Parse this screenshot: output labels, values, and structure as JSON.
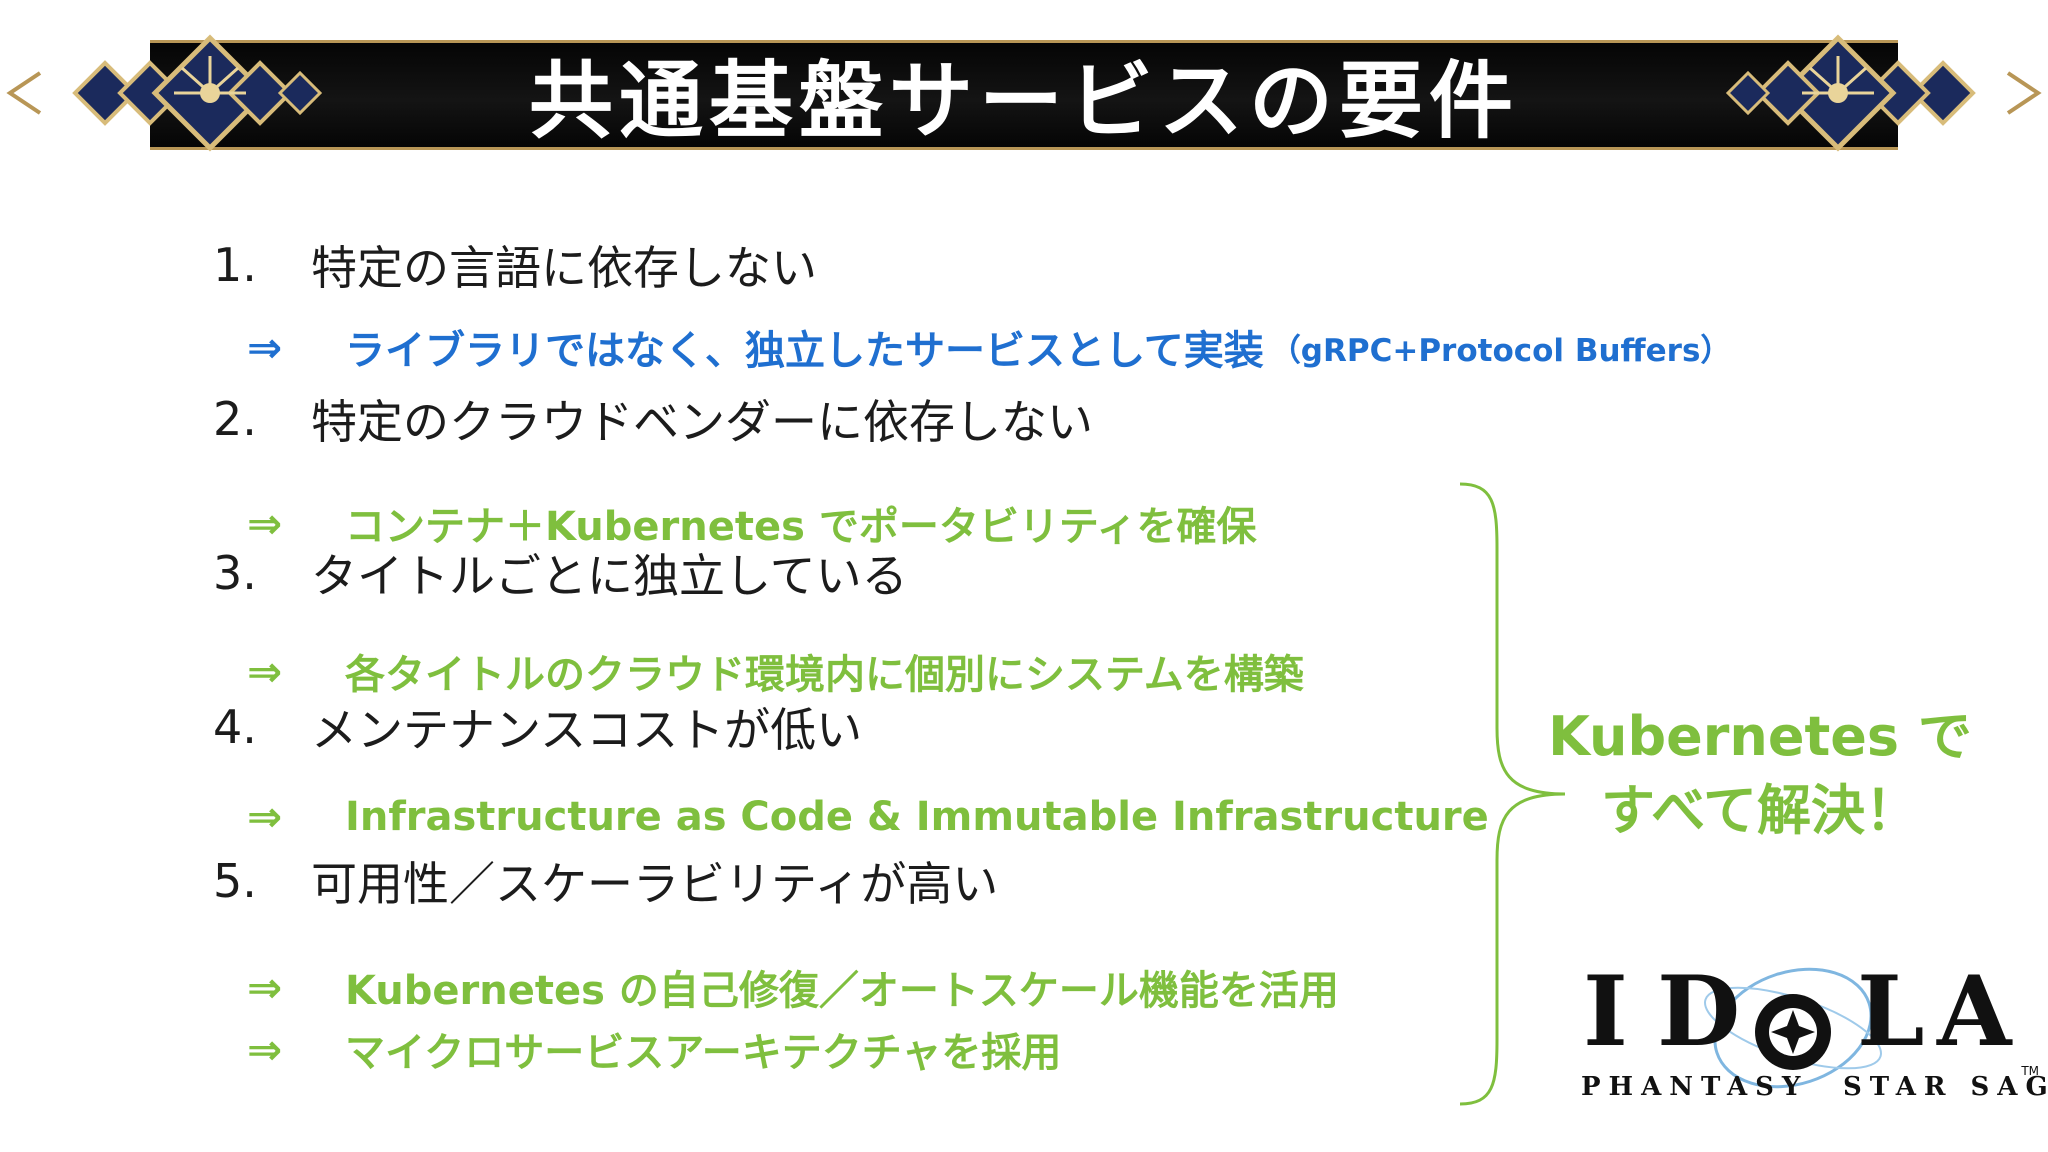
{
  "title": "共通基盤サービスの要件",
  "items": [
    {
      "number": "1.",
      "text": "特定の言語に依存しない",
      "sub": [
        {
          "arrow": "⇒",
          "text": "ライブラリではなく、独立したサービスとして実装",
          "note": "（gRPC+Protocol Buffers）"
        }
      ]
    },
    {
      "number": "2.",
      "text": "特定のクラウドベンダーに依存しない",
      "sub": [
        {
          "arrow": "⇒",
          "text": "コンテナ＋Kubernetes でポータビリティを確保"
        }
      ]
    },
    {
      "number": "3.",
      "text": "タイトルごとに独立している",
      "sub": [
        {
          "arrow": "⇒",
          "text": "各タイトルのクラウド環境内に個別にシステムを構築"
        }
      ]
    },
    {
      "number": "4.",
      "text": "メンテナンスコストが低い",
      "sub": [
        {
          "arrow": "⇒",
          "text": "Infrastructure as Code & Immutable Infrastructure"
        }
      ]
    },
    {
      "number": "5.",
      "text": "可用性／スケーラビリティが高い",
      "sub": [
        {
          "arrow": "⇒",
          "text": "Kubernetes の自己修復／オートスケール機能を活用"
        },
        {
          "arrow": "⇒",
          "text": "マイクロサービスアーキテクチャを採用"
        }
      ]
    }
  ],
  "conclusion": {
    "line1": "Kubernetes で",
    "line2": "すべて解決！"
  },
  "logo": {
    "letters": [
      "I",
      "D",
      "L",
      "A"
    ],
    "left_sub": "PHANTASY",
    "right_sub": "STAR SAGA",
    "tm": "TM"
  },
  "colors": {
    "blue": "#1f6fd0",
    "green": "#7fbf3e",
    "gold": "#b89656",
    "navy": "#1b2a5c"
  }
}
